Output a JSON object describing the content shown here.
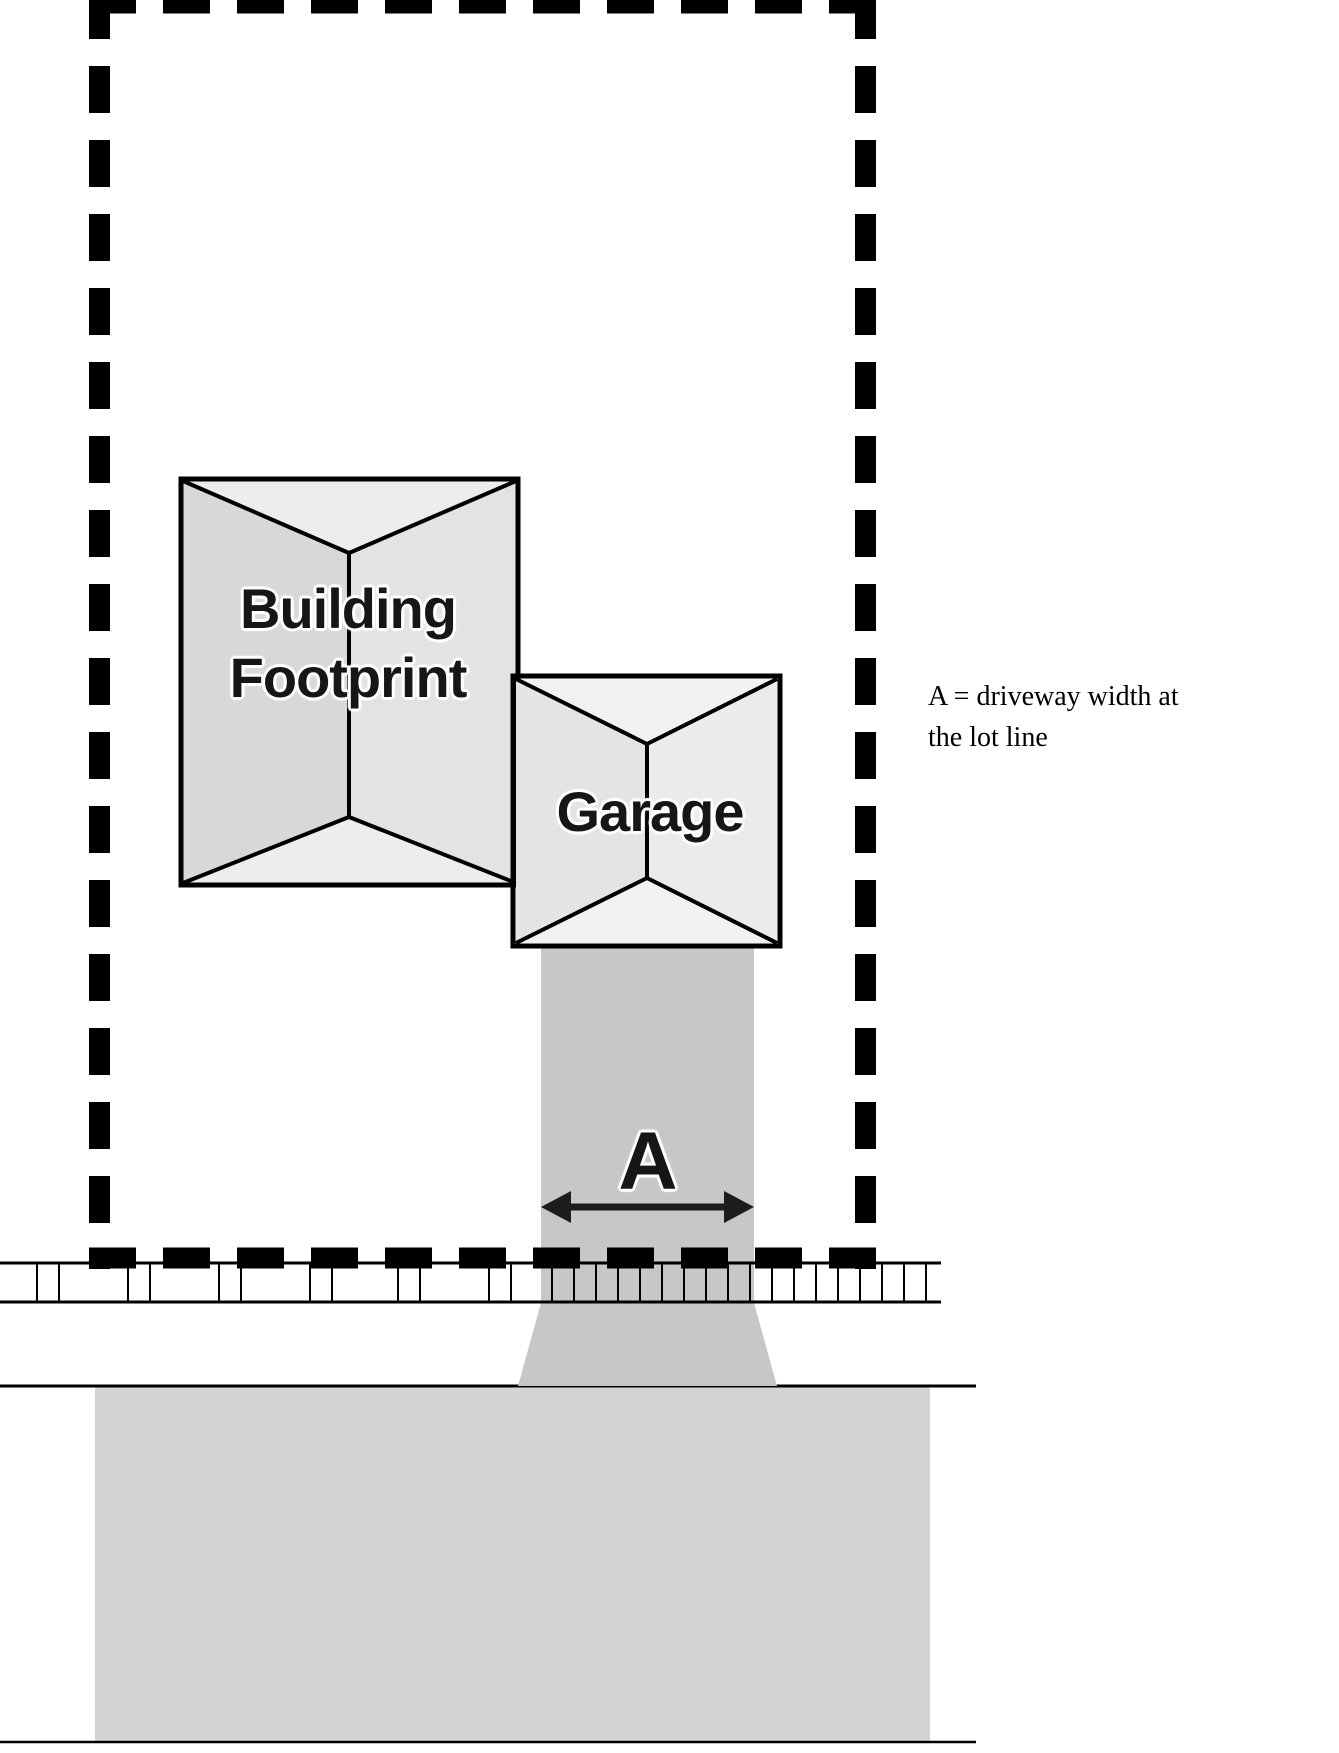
{
  "labels": {
    "building_line1": "Building",
    "building_line2": "Footprint",
    "garage": "Garage",
    "width_letter": "A",
    "annotation_line1": "A = driveway width at",
    "annotation_line2": "the lot line"
  },
  "colors": {
    "outline": "#000000",
    "label_text": "#161616",
    "building_roof_top": "#ededed",
    "building_roof_bottom": "#ededed",
    "building_roof_left": "#d8d8d8",
    "building_roof_right": "#e3e3e3",
    "garage_roof_top": "#f1f1f1",
    "garage_roof_bottom": "#f1f1f1",
    "garage_roof_left": "#e4e4e4",
    "garage_roof_right": "#ebebeb",
    "driveway": "#c7c7c7",
    "driveway_apron": "#c7c7c7",
    "street": "#d4d4d4",
    "arrow": "#1c1c1c"
  },
  "sidewalk": {
    "ticks_x": [
      37,
      59,
      128,
      150,
      219,
      241,
      310,
      332,
      398,
      420,
      489,
      511,
      552,
      574,
      596,
      618,
      640,
      662,
      684,
      706,
      728,
      750,
      772,
      794,
      816,
      838,
      860,
      882,
      904,
      926
    ]
  }
}
